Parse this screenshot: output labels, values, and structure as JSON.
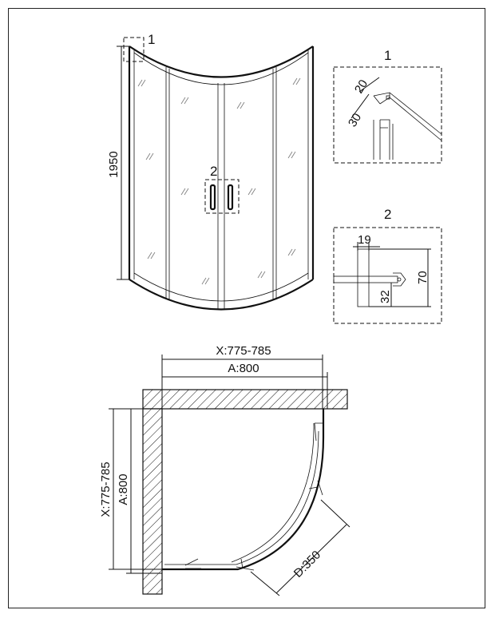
{
  "front_view": {
    "height_label": "1950",
    "callout_1": "1",
    "callout_2": "2"
  },
  "detail_1": {
    "title": "1",
    "dim_a": "20",
    "dim_b": "30"
  },
  "detail_2": {
    "title": "2",
    "dim_width": "19",
    "dim_height": "70",
    "dim_offset": "32"
  },
  "plan_view": {
    "x_top": "X:775-785",
    "a_top": "A:800",
    "x_left": "X:775-785",
    "a_left": "A:800",
    "radius": "D:350"
  },
  "colors": {
    "line": "#111111",
    "glass_mark": "#777777"
  }
}
